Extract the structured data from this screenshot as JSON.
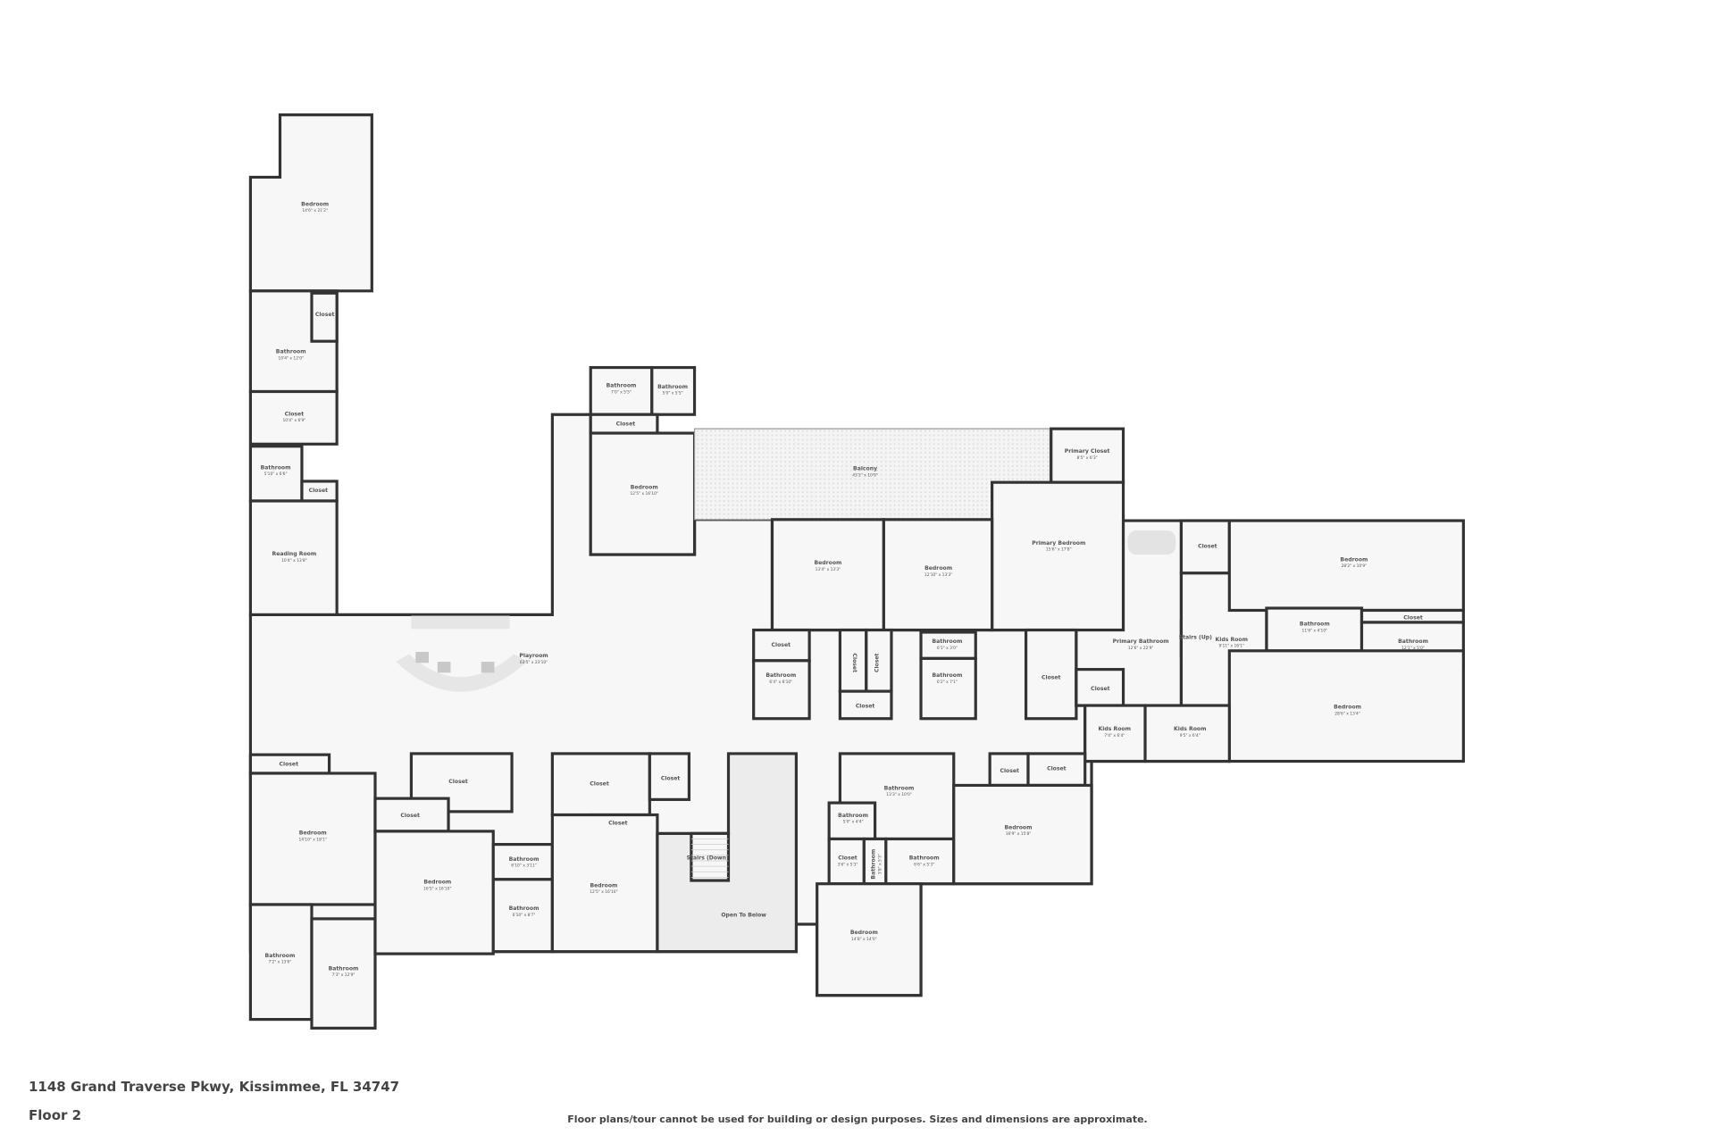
{
  "listing": {
    "address": "1148 Grand Traverse Pkwy, Kissimmee, FL 34747",
    "floor": "Floor 2",
    "disclaimer": "Floor plans/tour cannot be used for building or design purposes. Sizes and dimensions are approximate."
  },
  "colors": {
    "wall": "#333333",
    "floor": "#f7f7f7",
    "fixture": "#e3e3e3",
    "text": "#555555"
  },
  "rooms": [
    {
      "name": "Bedroom",
      "dims": "14'6\" x 21'2\""
    },
    {
      "name": "Bathroom",
      "dims": "10'4\" x 12'0\""
    },
    {
      "name": "Closet",
      "dims": ""
    },
    {
      "name": "Closet",
      "dims": "10'4\" x 6'9\""
    },
    {
      "name": "Bathroom",
      "dims": "5'10\" x 6'6\""
    },
    {
      "name": "Closet",
      "dims": ""
    },
    {
      "name": "Reading Room",
      "dims": "10'4\" x 13'8\""
    },
    {
      "name": "Bathroom",
      "dims": "7'0\" x 5'5\""
    },
    {
      "name": "Bathroom",
      "dims": "5'0\" x 5'5\""
    },
    {
      "name": "Closet",
      "dims": ""
    },
    {
      "name": "Bedroom",
      "dims": "12'5\" x 16'10\""
    },
    {
      "name": "Balcony",
      "dims": "43'2\" x 10'9\""
    },
    {
      "name": "Primary Closet",
      "dims": "8'5\" x 6'3\""
    },
    {
      "name": "Primary Bedroom",
      "dims": "15'6\" x 17'8\""
    },
    {
      "name": "Bedroom",
      "dims": "13'4\" x 13'3\""
    },
    {
      "name": "Bedroom",
      "dims": "12'10\" x 13'3\""
    },
    {
      "name": "Closet",
      "dims": ""
    },
    {
      "name": "Bathroom",
      "dims": "6'4\" x 6'10\""
    },
    {
      "name": "Closet",
      "dims": ""
    },
    {
      "name": "Closet",
      "dims": ""
    },
    {
      "name": "Closet",
      "dims": ""
    },
    {
      "name": "Bathroom",
      "dims": "6'1\" x 3'0\""
    },
    {
      "name": "Bathroom",
      "dims": "6'2\" x 7'1\""
    },
    {
      "name": "Closet",
      "dims": ""
    },
    {
      "name": "Primary Bathroom",
      "dims": "12'6\" x 22'9\""
    },
    {
      "name": "Closet",
      "dims": ""
    },
    {
      "name": "Closet",
      "dims": ""
    },
    {
      "name": "Stairs (Up)",
      "dims": ""
    },
    {
      "name": "Kids Room",
      "dims": "9'11\" x 16'1\""
    },
    {
      "name": "Bedroom",
      "dims": "28'2\" x 10'9\""
    },
    {
      "name": "Bathroom",
      "dims": "11'6\" x 4'10\""
    },
    {
      "name": "Closet",
      "dims": ""
    },
    {
      "name": "Bathroom",
      "dims": "12'1\" x 5'0\""
    },
    {
      "name": "Bedroom",
      "dims": "28'6\" x 13'4\""
    },
    {
      "name": "Kids Room",
      "dims": "7'4\" x 6'4\""
    },
    {
      "name": "Kids Room",
      "dims": "9'5\" x 6'4\""
    },
    {
      "name": "Playroom",
      "dims": "63'5\" x 23'10\""
    },
    {
      "name": "Closet",
      "dims": ""
    },
    {
      "name": "Bedroom",
      "dims": "14'10\" x 18'1\""
    },
    {
      "name": "Bathroom",
      "dims": "7'2\" x 13'6\""
    },
    {
      "name": "Bathroom",
      "dims": "7'3\" x 12'9\""
    },
    {
      "name": "Closet",
      "dims": ""
    },
    {
      "name": "Closet",
      "dims": ""
    },
    {
      "name": "Bedroom",
      "dims": "16'5\" x 16'10\""
    },
    {
      "name": "Bathroom",
      "dims": "6'10\" x 3'11\""
    },
    {
      "name": "Bathroom",
      "dims": "6'10\" x 8'7\""
    },
    {
      "name": "Closet",
      "dims": ""
    },
    {
      "name": "Closet",
      "dims": ""
    },
    {
      "name": "Closet",
      "dims": ""
    },
    {
      "name": "Bedroom",
      "dims": "12'5\" x 16'10\""
    },
    {
      "name": "Open To Below",
      "dims": ""
    },
    {
      "name": "Stairs (Down)",
      "dims": ""
    },
    {
      "name": "Bathroom",
      "dims": "13'3\" x 10'0\""
    },
    {
      "name": "Bathroom",
      "dims": "5'0\" x 4'4\""
    },
    {
      "name": "Closet",
      "dims": "3'6\" x 5'3\""
    },
    {
      "name": "Bathroom",
      "dims": "3'8\" x 5'3\""
    },
    {
      "name": "Bathroom",
      "dims": "6'6\" x 5'3\""
    },
    {
      "name": "Closet",
      "dims": ""
    },
    {
      "name": "Closet",
      "dims": ""
    },
    {
      "name": "Bedroom",
      "dims": "16'9\" x 15'8\""
    },
    {
      "name": "Bedroom",
      "dims": "14'8\" x 14'0\""
    }
  ]
}
